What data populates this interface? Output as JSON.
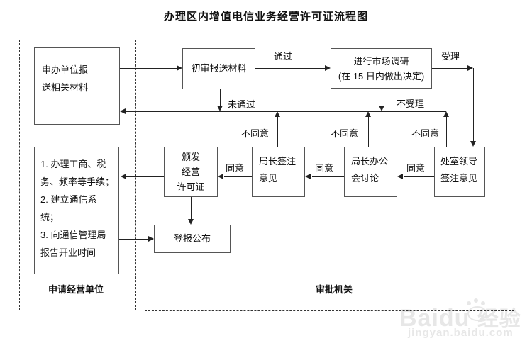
{
  "title": "办理区内增值电信业务经营许可证流程图",
  "lanes": {
    "applicant_label": "申请经营单位",
    "authority_label": "审批机关"
  },
  "nodes": {
    "apply": "申办单位报\n送相关材料",
    "initial_review": "初审报送材料",
    "market_research": "进行市场调研\n(在 15 日内做出决定)",
    "division_leader": "处室领导\n签注意见",
    "bureau_meeting": "局长办公\n会讨论",
    "bureau_chief_sign": "局长签注\n意见",
    "issue_license": "颁发\n经营\n许可证",
    "post_procedures": "1. 办理工商、税\n务、频率等手续；\n2. 建立通信系\n统；\n3. 向通信管理局\n报告开业时间",
    "publish": "登报公布"
  },
  "edge_labels": {
    "pass": "通过",
    "accept": "受理",
    "not_pass": "未通过",
    "not_accept": "不受理",
    "disagree": "不同意",
    "agree": "同意"
  },
  "watermark": {
    "brand_latin": "Baidu",
    "brand_cn": "经验",
    "url": "jingyan.baidu.com"
  },
  "colors": {
    "line": "#222222",
    "box_border": "#555555",
    "dashed_border": "#333333",
    "wm": "#e7e7e7"
  }
}
